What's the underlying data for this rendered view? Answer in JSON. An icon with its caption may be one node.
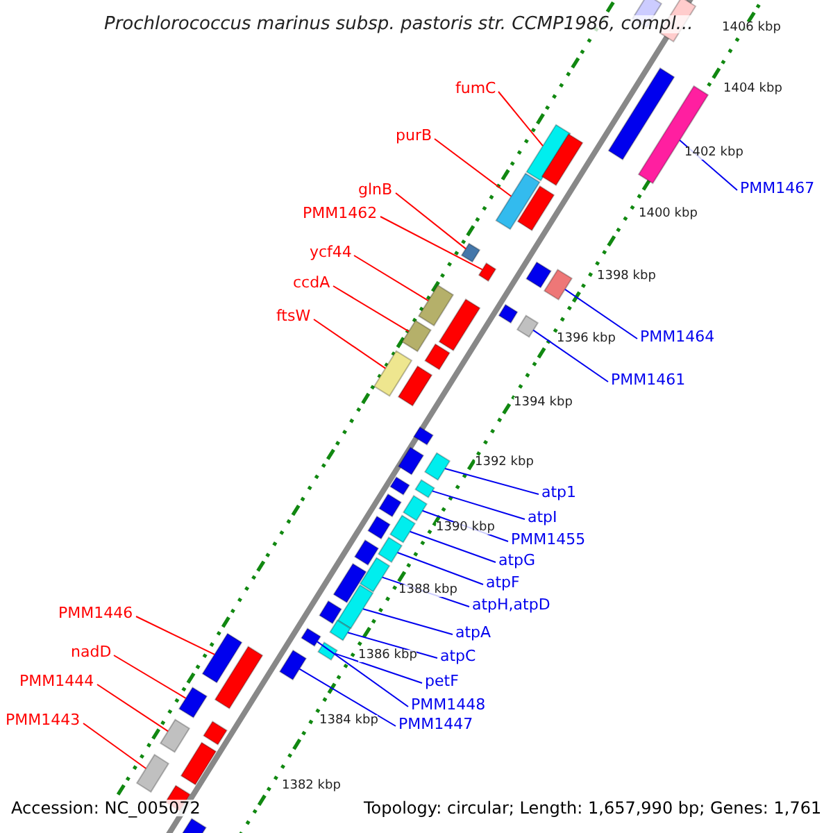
{
  "diagram": {
    "title": "Prochlorococcus marinus subsp. pastoris str. CCMP1986, compl...",
    "nodes": [
      {
        "text": [
          "fumC"
        ]
      },
      {
        "text": [
          "purB"
        ]
      },
      {
        "text": [
          "glnB"
        ]
      },
      {
        "text": [
          "PMM1462"
        ]
      },
      {
        "text": [
          "ycf44"
        ]
      },
      {
        "text": [
          "ccdA"
        ]
      },
      {
        "text": [
          "ftsW"
        ]
      },
      {
        "text": [
          "PMM1467"
        ]
      },
      {
        "text": [
          "PMM1464"
        ]
      },
      {
        "text": [
          "PMM1461"
        ]
      },
      {
        "text": [
          "atp1"
        ]
      },
      {
        "text": [
          "atpI"
        ]
      },
      {
        "text": [
          "PMM1455"
        ]
      },
      {
        "text": [
          "atpG"
        ]
      },
      {
        "text": [
          "atpF"
        ]
      },
      {
        "text": [
          "atpH,atpD"
        ]
      },
      {
        "text": [
          "atpA"
        ]
      },
      {
        "text": [
          "atpC"
        ]
      },
      {
        "text": [
          "petF"
        ]
      },
      {
        "text": [
          "PMM1448"
        ]
      },
      {
        "text": [
          "PMM1447"
        ]
      },
      {
        "text": [
          "PMM1446"
        ]
      },
      {
        "text": [
          "nadD"
        ]
      },
      {
        "text": [
          "PMM1444"
        ]
      },
      {
        "text": [
          "PMM1443"
        ]
      },
      {
        "text": [],
        "shape": "bar"
      },
      {
        "text": [],
        "shape": "bar"
      },
      {
        "text": [],
        "shape": "bar"
      },
      {
        "text": [],
        "shape": "bar"
      },
      {
        "text": [],
        "shape": "bar"
      },
      {
        "text": [],
        "shape": "bar"
      },
      {
        "text": [],
        "shape": "bar"
      },
      {
        "text": [],
        "shape": "bar"
      },
      {
        "text": [],
        "shape": "bar"
      },
      {
        "text": [],
        "shape": "bar"
      },
      {
        "text": [],
        "shape": "bar"
      },
      {
        "text": [],
        "shape": "bar"
      },
      {
        "text": [],
        "shape": "bar"
      },
      {
        "text": [],
        "shape": "bar"
      },
      {
        "text": [],
        "shape": "bar"
      },
      {
        "text": [],
        "shape": "bar"
      },
      {
        "text": [],
        "shape": "bar"
      },
      {
        "text": [],
        "shape": "bar"
      },
      {
        "text": [],
        "shape": "bar"
      },
      {
        "text": [],
        "shape": "bar"
      },
      {
        "text": [],
        "shape": "bar"
      },
      {
        "text": [],
        "shape": "bar"
      },
      {
        "text": [],
        "shape": "bar"
      },
      {
        "text": [],
        "shape": "bar"
      },
      {
        "text": [],
        "shape": "bar"
      },
      {
        "text": [],
        "shape": "bar"
      },
      {
        "text": [],
        "shape": "bar"
      },
      {
        "text": [],
        "shape": "bar"
      },
      {
        "text": [],
        "shape": "bar"
      },
      {
        "text": [],
        "shape": "bar"
      },
      {
        "text": [],
        "shape": "bar"
      },
      {
        "text": [],
        "shape": "bar"
      },
      {
        "text": [],
        "shape": "bar"
      },
      {
        "text": [],
        "shape": "bar"
      },
      {
        "text": [],
        "shape": "bar"
      },
      {
        "text": [],
        "shape": "bar"
      },
      {
        "text": [],
        "shape": "bar"
      },
      {
        "text": [],
        "shape": "bar"
      },
      {
        "text": [],
        "shape": "bar"
      },
      {
        "text": [],
        "shape": "bar"
      },
      {
        "text": [],
        "shape": "bar"
      },
      {
        "text": [],
        "shape": "bar"
      },
      {
        "text": [],
        "shape": "bar"
      },
      {
        "text": [],
        "shape": "bar"
      },
      {
        "text": [],
        "shape": "bar"
      },
      {
        "text": [],
        "shape": "bar"
      },
      {
        "text": [],
        "shape": "bar"
      },
      {
        "text": [],
        "shape": "bar"
      }
    ],
    "edges": [
      {
        "from": 0,
        "to": 25,
        "arrow": "none",
        "color": "#ff0000"
      },
      {
        "from": 1,
        "to": 26,
        "arrow": "none",
        "color": "#ff0000"
      },
      {
        "from": 2,
        "to": 27,
        "arrow": "none",
        "color": "#ff0000"
      },
      {
        "from": 3,
        "to": 28,
        "arrow": "none",
        "color": "#ff0000"
      },
      {
        "from": 4,
        "to": 29,
        "arrow": "none",
        "color": "#ff0000"
      },
      {
        "from": 5,
        "to": 30,
        "arrow": "none",
        "color": "#ff0000"
      },
      {
        "from": 6,
        "to": 31,
        "arrow": "none",
        "color": "#ff0000"
      },
      {
        "from": 7,
        "to": 32,
        "arrow": "none"
      },
      {
        "from": 8,
        "to": 33,
        "arrow": "none"
      },
      {
        "from": 9,
        "to": 34,
        "arrow": "none"
      },
      {
        "from": 10,
        "to": 35,
        "arrow": "none"
      },
      {
        "from": 11,
        "to": 36,
        "arrow": "none"
      },
      {
        "from": 12,
        "to": 37,
        "arrow": "none"
      },
      {
        "from": 13,
        "to": 38,
        "arrow": "none"
      },
      {
        "from": 14,
        "to": 39,
        "arrow": "none"
      },
      {
        "from": 15,
        "to": 40,
        "arrow": "none"
      },
      {
        "from": 16,
        "to": 41,
        "arrow": "none"
      },
      {
        "from": 17,
        "to": 42,
        "arrow": "none"
      },
      {
        "from": 18,
        "to": 43,
        "arrow": "none"
      },
      {
        "from": 19,
        "to": 44,
        "arrow": "none"
      },
      {
        "from": 20,
        "to": 45,
        "arrow": "none"
      },
      {
        "from": 21,
        "to": 46,
        "arrow": "none",
        "color": "#ff0000"
      },
      {
        "from": 22,
        "to": 47,
        "arrow": "none",
        "color": "#ff0000"
      },
      {
        "from": 23,
        "to": 48,
        "arrow": "none",
        "color": "#ff0000"
      },
      {
        "from": 24,
        "to": 49,
        "arrow": "none",
        "color": "#ff0000"
      }
    ],
    "labels": [
      "1406 kbp",
      "1404 kbp",
      "1402 kbp",
      "1400 kbp",
      "1398 kbp",
      "1396 kbp",
      "1394 kbp",
      "1392 kbp",
      "1390 kbp",
      "1388 kbp",
      "1386 kbp",
      "1384 kbp",
      "1382 kbp",
      "Accession: NC_005072",
      "Topology: circular; Length: 1,657,990 bp; Genes: 1,761"
    ]
  }
}
